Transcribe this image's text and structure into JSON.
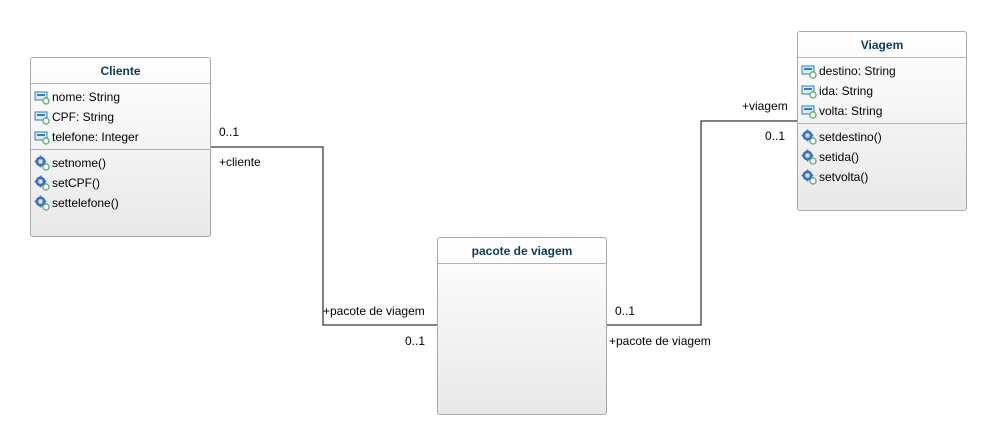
{
  "classes": {
    "cliente": {
      "name": "Cliente",
      "attributes": [
        "nome: String",
        "CPF: String",
        "telefone: Integer"
      ],
      "operations": [
        "setnome()",
        "setCPF()",
        "settelefone()"
      ]
    },
    "viagem": {
      "name": "Viagem",
      "attributes": [
        "destino: String",
        "ida: String",
        "volta: String"
      ],
      "operations": [
        "setdestino()",
        "setida()",
        "setvolta()"
      ]
    },
    "pacote": {
      "name": "pacote de viagem"
    }
  },
  "associations": {
    "cliente_pacote": {
      "cliente_multiplicity": "0..1",
      "cliente_role": "+cliente",
      "pacote_role": "+pacote de viagem",
      "pacote_multiplicity": "0..1"
    },
    "pacote_viagem": {
      "pacote_multiplicity": "0..1",
      "pacote_role": "+pacote de viagem",
      "viagem_role": "+viagem",
      "viagem_multiplicity": "0..1"
    }
  },
  "colors": {
    "title": "#0c3a5b",
    "border": "#a9a9a9",
    "attribute_icon": "#2f7fc0",
    "operation_icon": "#3a6fbf",
    "plus_badge": "#2e9e3a"
  },
  "icons": {
    "attribute": "attribute-icon",
    "operation": "operation-icon"
  }
}
